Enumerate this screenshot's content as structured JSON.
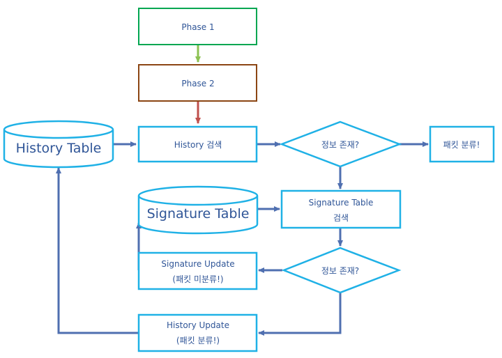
{
  "nodes": {
    "phase1": {
      "label": "Phase 1"
    },
    "phase2": {
      "label": "Phase 2"
    },
    "history_table": {
      "label": "History Table"
    },
    "history_search": {
      "label": "History 검색"
    },
    "info_exists_1": {
      "label": "정보 존재?"
    },
    "packet_classify": {
      "label": "패킷 분류!"
    },
    "signature_table": {
      "label": "Signature Table"
    },
    "signature_search": {
      "line1": "Signature Table",
      "line2": "검색"
    },
    "info_exists_2": {
      "label": "정보 존재?"
    },
    "signature_update": {
      "line1": "Signature Update",
      "line2": "(패킷 미분류!)"
    },
    "history_update": {
      "line1": "History Update",
      "line2": "(패킷 분류!)"
    }
  },
  "colors": {
    "phase1_border": "#00a651",
    "phase2_border": "#8b4513",
    "box_border": "#1fb1e6",
    "connector": "#4f6fb0",
    "arrow_green": "#8cc152",
    "arrow_red": "#c0504d",
    "text": "#2f5597"
  }
}
